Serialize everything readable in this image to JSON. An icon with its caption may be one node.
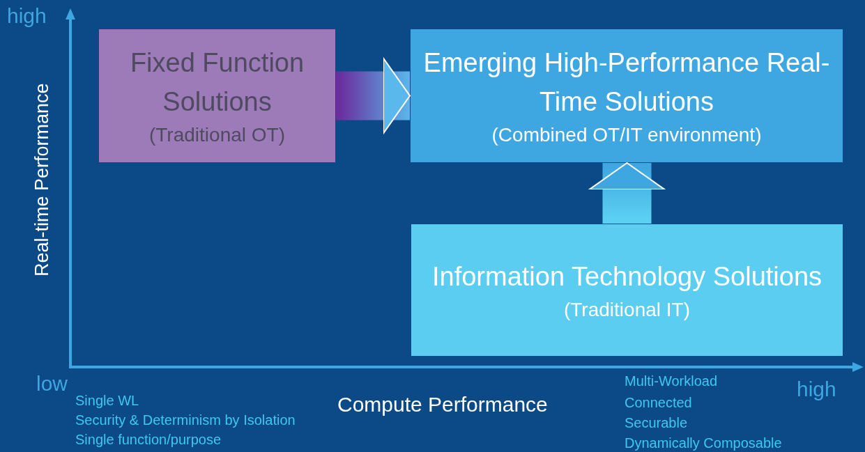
{
  "diagram": {
    "nodes": [
      {
        "text": [
          "Fixed Function Solutions",
          "(Traditional OT)"
        ]
      },
      {
        "text": [
          "Emerging High-Performance Real-Time Solutions",
          "(Combined OT/IT environment)"
        ]
      },
      {
        "text": [
          "Information Technology Solutions",
          "(Traditional IT)"
        ]
      }
    ],
    "edges": [
      {
        "from": 0,
        "to": 1,
        "arrow": "to",
        "style": "thick"
      },
      {
        "from": 2,
        "to": 1,
        "arrow": "to",
        "style": "thick"
      }
    ],
    "labels": [
      "high",
      "Real-time Performance",
      "low",
      "Compute Performance",
      "high",
      "Single WL",
      "Security & Determinism by Isolation",
      "Single function/purpose",
      "Multi-Workload",
      "Connected",
      "Securable",
      "Dynamically Composable"
    ]
  }
}
